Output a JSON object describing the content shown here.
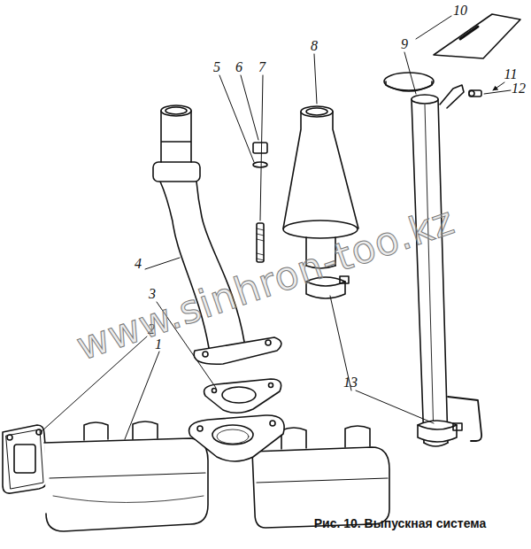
{
  "diagram": {
    "caption": "Рис. 10. Выпускная система",
    "labels": [
      "10",
      "8",
      "9",
      "5",
      "6",
      "7",
      "11",
      "12",
      "4",
      "3",
      "2",
      "1",
      "13",
      "www.sinhron-too.kz"
    ]
  }
}
